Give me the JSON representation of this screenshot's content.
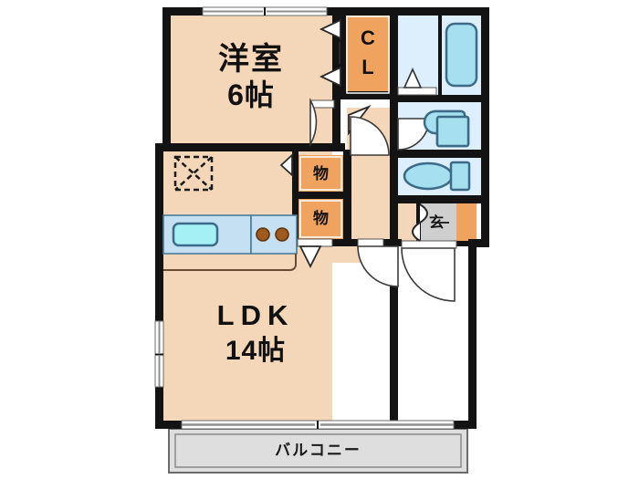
{
  "plan": {
    "title": "間取り図",
    "type": "1LDK apartment floor plan",
    "colors": {
      "room_fill": "#f4d6b9",
      "wall": "#131313",
      "closet_orange": "#f0a35e",
      "water_blue": "#ddeefc",
      "fixture_blue": "#a5dff0",
      "sink_counter": "#c4e0f2",
      "balcony_gray": "#dedede",
      "genkan_gray": "#cfcfcf",
      "burner_brown": "#a05a1e",
      "window_gray": "#b8b8b8",
      "door_white": "#ffffff"
    },
    "rooms": [
      {
        "key": "bedroom",
        "name_line1": "洋室",
        "name_line2": "6帖"
      },
      {
        "key": "ldk",
        "name_line1": "LDK",
        "name_line2": "14帖"
      },
      {
        "key": "closet",
        "name_line1": "C",
        "name_line2": "L"
      },
      {
        "key": "storage1",
        "name_line1": "物"
      },
      {
        "key": "storage2",
        "name_line1": "物"
      },
      {
        "key": "genkan",
        "name_line1": "玄"
      },
      {
        "key": "balcony",
        "name_line1": "バルコニー"
      }
    ],
    "labels": {
      "bedroom_name": "洋室",
      "bedroom_size": "6帖",
      "ldk_name": "LDK",
      "ldk_size": "14帖",
      "closet_c": "C",
      "closet_l": "L",
      "storage_upper": "物",
      "storage_lower": "物",
      "genkan": "玄",
      "balcony": "バルコニー"
    },
    "fixtures": [
      {
        "key": "bathtub",
        "label": "浴槽"
      },
      {
        "key": "vanity-sink",
        "label": "洗面台"
      },
      {
        "key": "washer-space",
        "label": "洗濯機置場"
      },
      {
        "key": "toilet",
        "label": "トイレ"
      },
      {
        "key": "toilet-tank",
        "label": "ロータンク"
      },
      {
        "key": "kitchen-sink",
        "label": "シンク"
      },
      {
        "key": "stove-burners",
        "label": "コンロ"
      },
      {
        "key": "shoe-cabinet",
        "label": "下足入"
      },
      {
        "key": "ceiling-marker",
        "label": "点検口"
      }
    ]
  }
}
